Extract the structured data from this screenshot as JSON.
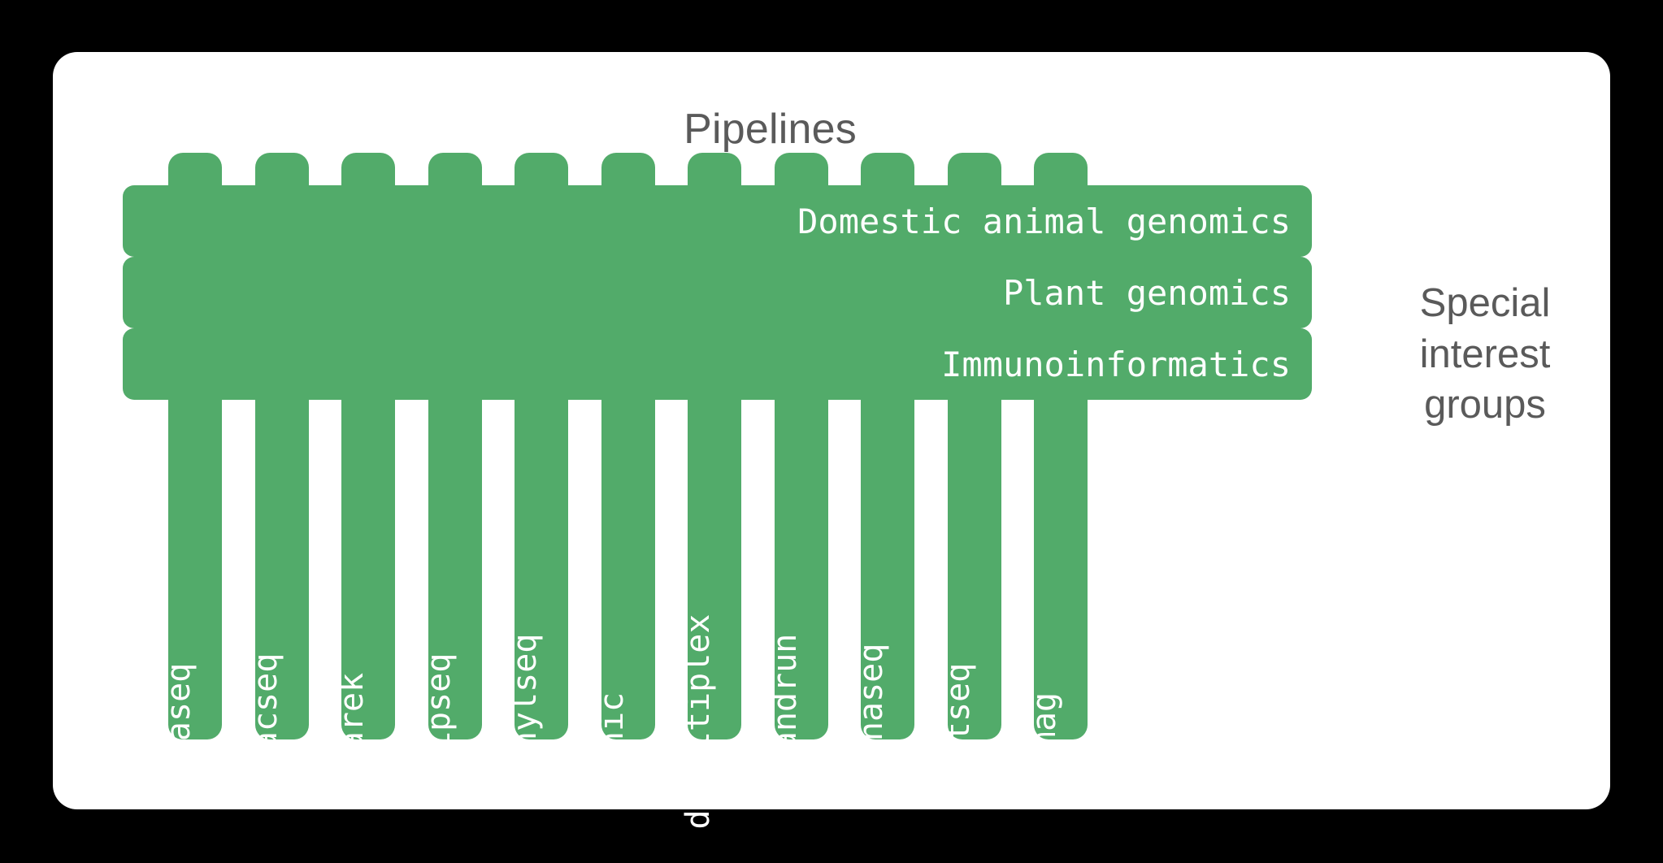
{
  "canvas": {
    "background": "#000000",
    "card_background": "#ffffff",
    "accent_green": "#52ab6a",
    "text_gray": "#5a5a5a",
    "label_white": "#ffffff"
  },
  "headings": {
    "pipelines_title": "Pipelines",
    "sig_title_line1": "Special",
    "sig_title_line2": "interest",
    "sig_title_line3": "groups"
  },
  "pipelines": [
    {
      "label": "rnaseq"
    },
    {
      "label": "atacseq"
    },
    {
      "label": "sarek"
    },
    {
      "label": "chipseq"
    },
    {
      "label": "methylseq"
    },
    {
      "label": "hic"
    },
    {
      "label": "demultiplex"
    },
    {
      "label": "cutandrun"
    },
    {
      "label": "smrnaseq"
    },
    {
      "label": "hgtseq"
    },
    {
      "label": "mag"
    }
  ],
  "special_interest_groups": [
    {
      "label": "Domestic animal genomics"
    },
    {
      "label": "Plant genomics"
    },
    {
      "label": "Immunoinformatics"
    }
  ]
}
